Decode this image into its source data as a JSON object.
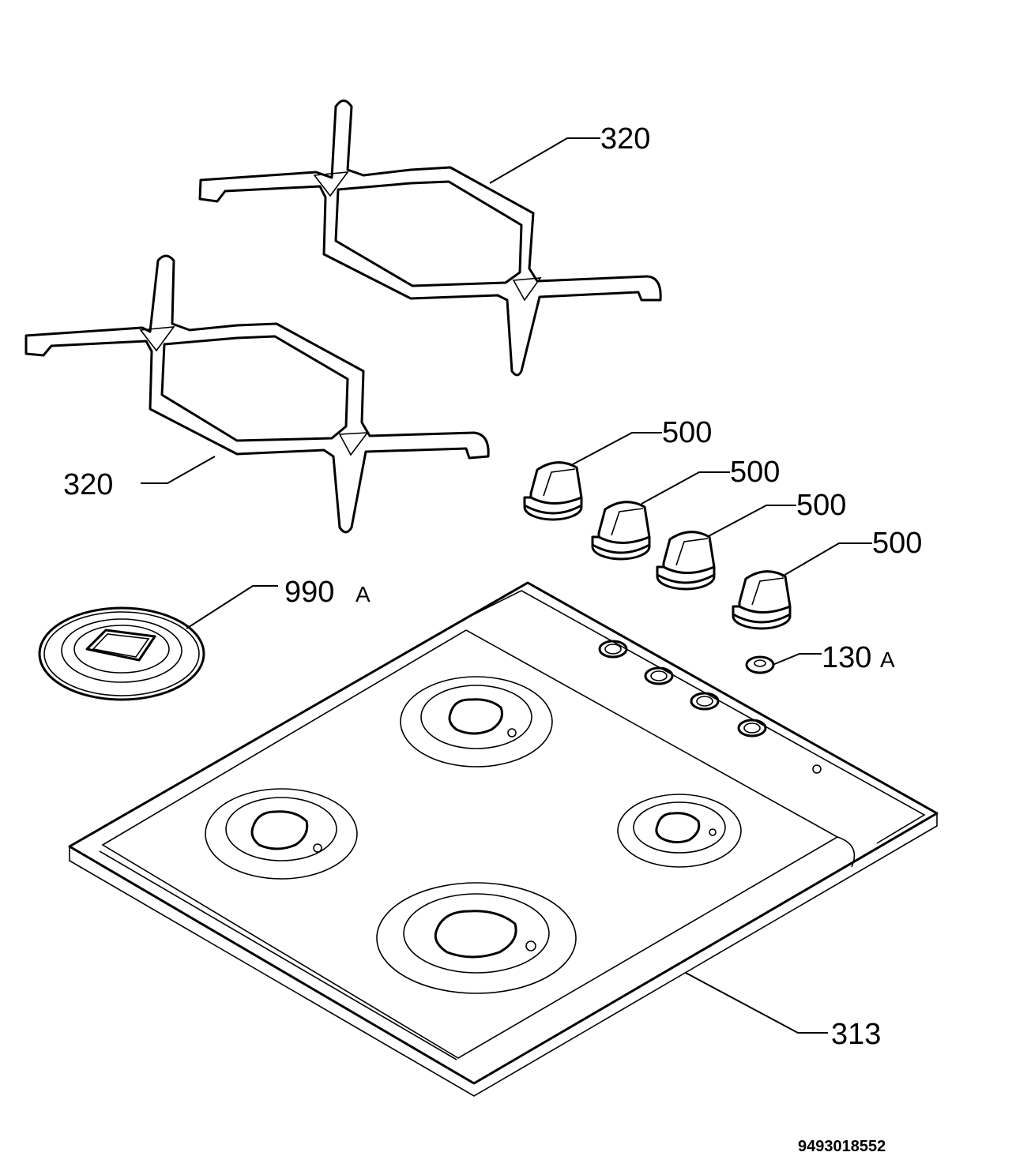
{
  "labels": {
    "pan_support_upper": "320",
    "pan_support_lower": "320",
    "knob_1": "500",
    "knob_2": "500",
    "knob_3": "500",
    "knob_4": "500",
    "cover_number": "990",
    "cover_suffix": "A",
    "washer_number": "130",
    "washer_suffix": "A",
    "hob_top": "313"
  },
  "document_number": "9493018552"
}
